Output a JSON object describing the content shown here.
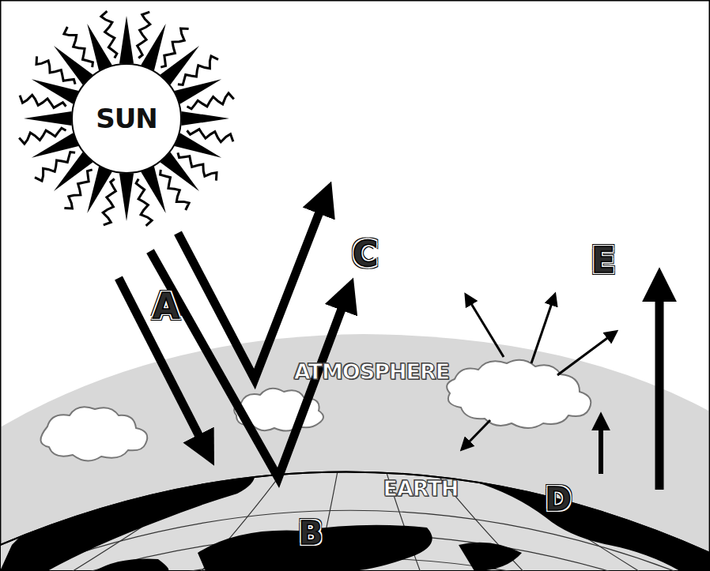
{
  "diagram": {
    "nodes": [
      {
        "text": [
          "SUN"
        ]
      }
    ],
    "labels": [
      "C",
      "A",
      "E",
      "ATMOSPHERE",
      "EARTH",
      "D",
      "B"
    ]
  }
}
